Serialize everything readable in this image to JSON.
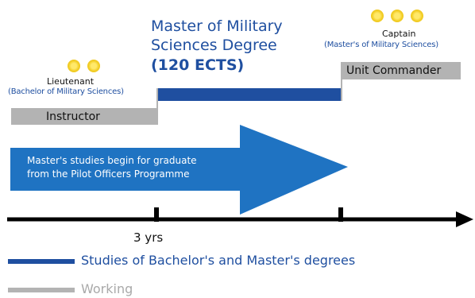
{
  "title": {
    "line1": "Master of Military",
    "line2": "Sciences Degree",
    "credits": "(120 ECTS)"
  },
  "lieutenant": {
    "rank": "Lieutenant",
    "degree": "(Bachelor of Military Sciences)",
    "insignia_count": 2
  },
  "captain": {
    "rank": "Captain",
    "degree": "(Master's of Military Sciences)",
    "insignia_count": 3
  },
  "roles": {
    "instructor": "Instructor",
    "unit_commander": "Unit Commander"
  },
  "arrow_text": {
    "line1": "Master's studies begin for graduate",
    "line2": "from the Pilot Officers Programme"
  },
  "timeline": {
    "tick_label": "3 yrs"
  },
  "legend": {
    "studies": "Studies of Bachelor's and Master's degrees",
    "working": "Working"
  },
  "colors": {
    "study_blue": "#1f4fa0",
    "working_gray": "#b3b3b3",
    "arrow_blue": "#1f73c2",
    "insignia_gold": "#f3cf2a"
  }
}
